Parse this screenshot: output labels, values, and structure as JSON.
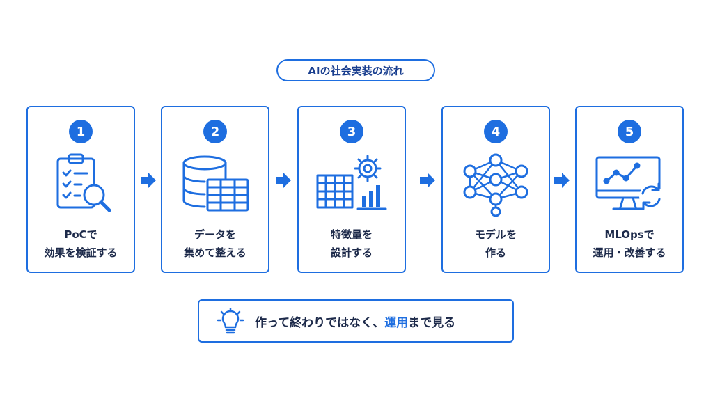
{
  "title": "AIの社会実装の流れ",
  "steps": [
    {
      "number": "1",
      "line1": "PoCで",
      "line2": "効果を検証する",
      "icon": "clipboard-checklist-magnifier-icon"
    },
    {
      "number": "2",
      "line1": "データを",
      "line2": "集めて整える",
      "icon": "database-table-icon"
    },
    {
      "number": "3",
      "line1": "特徴量を",
      "line2": "設計する",
      "icon": "grid-gear-bar-chart-icon"
    },
    {
      "number": "4",
      "line1": "モデルを",
      "line2": "作る",
      "icon": "neural-network-icon"
    },
    {
      "number": "5",
      "line1": "MLOpsで",
      "line2": "運用・改善する",
      "icon": "monitor-chart-refresh-icon"
    }
  ],
  "message": {
    "before": "作って終わりではなく、",
    "highlight": "運用",
    "after": "まで見る",
    "icon": "lightbulb-icon"
  },
  "colors": {
    "accent": "#1e6ee0",
    "text": "#1d2a4a",
    "title_text": "#1a3f8f",
    "background": "#ffffff"
  }
}
